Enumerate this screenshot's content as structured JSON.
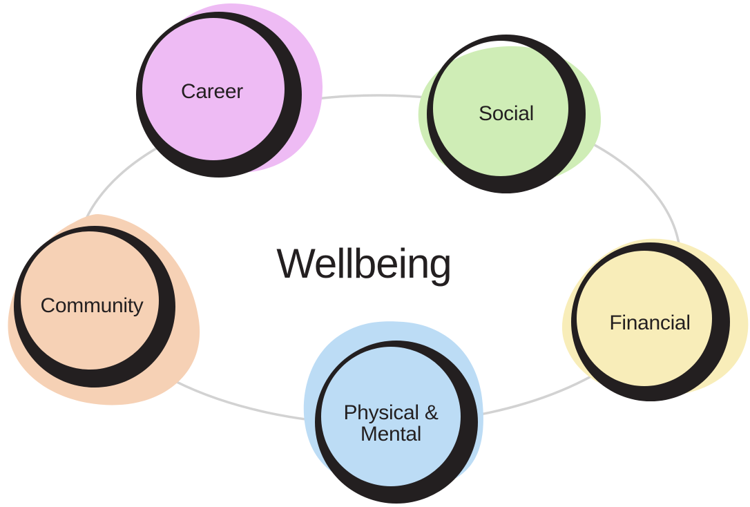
{
  "diagram": {
    "title": "Wellbeing",
    "background_color": "#ffffff",
    "connector_color": "#d2d2d2",
    "outline_color": "#231f20",
    "text_color": "#231f20",
    "nodes": [
      {
        "id": "career",
        "label": "Career",
        "color": "#eebbf4"
      },
      {
        "id": "social",
        "label": "Social",
        "color": "#cfedb6"
      },
      {
        "id": "financial",
        "label": "Financial",
        "color": "#f8edb9"
      },
      {
        "id": "physical-mental",
        "label": "Physical & Mental",
        "label_lines": [
          "Physical &",
          "Mental"
        ],
        "color": "#bcdcf5"
      },
      {
        "id": "community",
        "label": "Community",
        "color": "#f6d1b5"
      }
    ]
  }
}
